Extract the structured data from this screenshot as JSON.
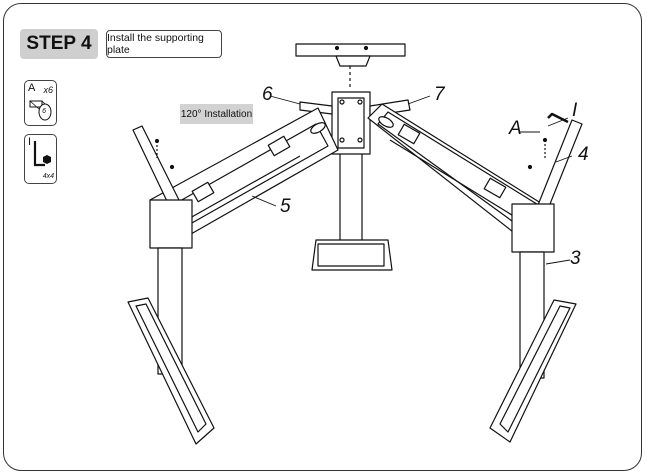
{
  "step": {
    "badge": "STEP 4",
    "caption": "Install the supporting plate"
  },
  "parts": [
    {
      "letter": "A",
      "qty": "x6",
      "sub": "6"
    },
    {
      "letter": "I",
      "qty": "",
      "sub": "4x4"
    }
  ],
  "install_tag": "120° Installation",
  "callouts": {
    "c6": "6",
    "c7": "7",
    "c5": "5",
    "cI": "I",
    "cA": "A",
    "c4": "4",
    "c3": "3"
  }
}
